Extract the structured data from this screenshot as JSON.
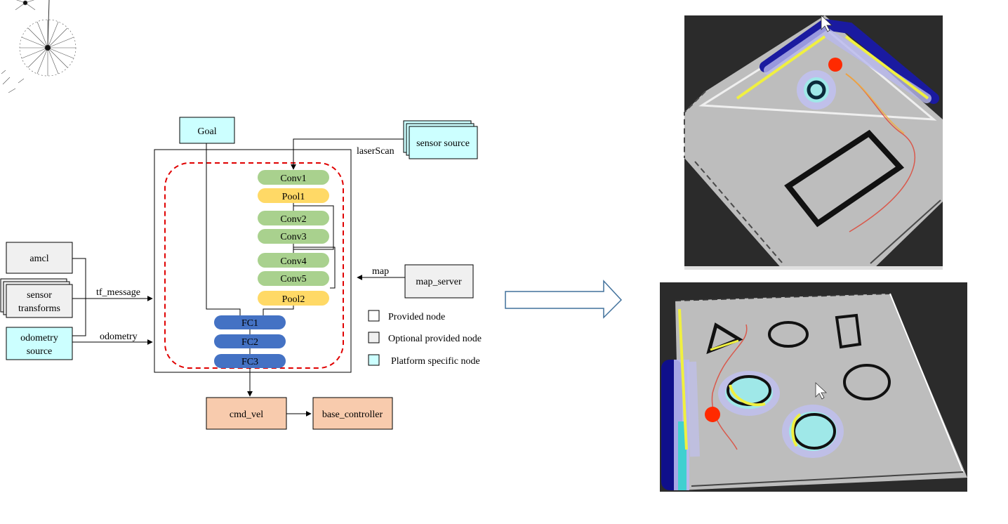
{
  "nodes": {
    "goal": "Goal",
    "sensor_source": "sensor source",
    "amcl": "amcl",
    "sensor_transforms_line1": "sensor",
    "sensor_transforms_line2": "transforms",
    "odometry_source_line1": "odometry",
    "odometry_source_line2": "source",
    "map_server": "map_server",
    "cmd_vel": "cmd_vel",
    "base_controller": "base_controller"
  },
  "network_layers": {
    "conv1": "Conv1",
    "pool1": "Pool1",
    "conv2": "Conv2",
    "conv3": "Conv3",
    "conv4": "Conv4",
    "conv5": "Conv5",
    "pool2": "Pool2",
    "fc1": "FC1",
    "fc2": "FC2",
    "fc3": "FC3"
  },
  "edge_labels": {
    "laser_scan": "laserScan",
    "tf_message": "tf_message",
    "odometry": "odometry",
    "map": "map"
  },
  "legend": {
    "provided": "Provided node",
    "optional": "Optional provided node",
    "platform": "Platform specific node"
  },
  "colors": {
    "platform_node": "#ccffff",
    "optional_node": "#f0f0f0",
    "output_node": "#f8cbad",
    "conv_layer": "#a9d18e",
    "pool_layer": "#ffd966",
    "fc_layer": "#4472c4",
    "dashed_region": "#e00000",
    "big_arrow": "#41719c",
    "map_floor": "#bdbdbd",
    "map_background": "#2b2b2b"
  }
}
